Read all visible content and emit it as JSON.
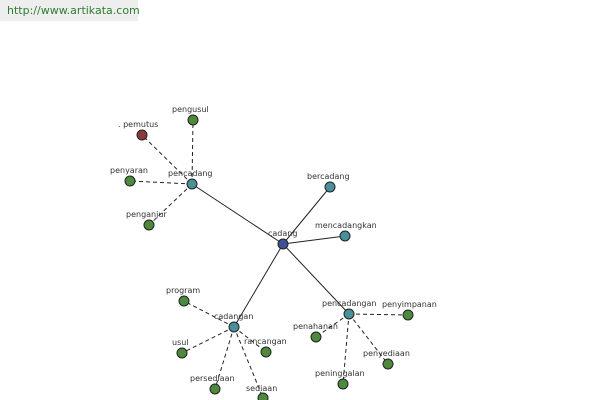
{
  "url": "http://www.artikata.com",
  "colors": {
    "center": "#3e4f9a",
    "hub": "#4a8f9a",
    "leaf": "#4e8a3e",
    "special": "#8b3a3a",
    "edge": "#222222",
    "node_stroke": "#222222"
  },
  "graph": {
    "nodes": [
      {
        "id": "cadang",
        "label": "cadang",
        "kind": "center"
      },
      {
        "id": "pencadang",
        "label": "pencadang",
        "kind": "hub"
      },
      {
        "id": "bercadang",
        "label": "bercadang",
        "kind": "hub"
      },
      {
        "id": "mencadangkan",
        "label": "mencadangkan",
        "kind": "hub"
      },
      {
        "id": "cadangan",
        "label": "cadangan",
        "kind": "hub"
      },
      {
        "id": "pencadangan",
        "label": "pencadangan",
        "kind": "hub"
      },
      {
        "id": "pemutus",
        "label": ". pemutus",
        "kind": "special"
      },
      {
        "id": "pengusul",
        "label": "pengusul",
        "kind": "leaf"
      },
      {
        "id": "penyaran",
        "label": "penyaran",
        "kind": "leaf"
      },
      {
        "id": "penganjur",
        "label": "penganjur",
        "kind": "leaf"
      },
      {
        "id": "program",
        "label": "program",
        "kind": "leaf"
      },
      {
        "id": "usul",
        "label": "usul",
        "kind": "leaf"
      },
      {
        "id": "rancangan",
        "label": "rancangan",
        "kind": "leaf"
      },
      {
        "id": "persediaan",
        "label": "persediaan",
        "kind": "leaf"
      },
      {
        "id": "sediaan",
        "label": "sediaan",
        "kind": "leaf"
      },
      {
        "id": "penyimpanan",
        "label": "penyimpanan",
        "kind": "leaf"
      },
      {
        "id": "penahanan",
        "label": "penahanan",
        "kind": "leaf"
      },
      {
        "id": "penyediaan",
        "label": "penyediaan",
        "kind": "leaf"
      },
      {
        "id": "peninggalan",
        "label": "peninggalan",
        "kind": "leaf"
      }
    ],
    "edges": [
      {
        "from": "cadang",
        "to": "pencadang",
        "style": "solid"
      },
      {
        "from": "cadang",
        "to": "bercadang",
        "style": "solid"
      },
      {
        "from": "cadang",
        "to": "mencadangkan",
        "style": "solid"
      },
      {
        "from": "cadang",
        "to": "cadangan",
        "style": "solid"
      },
      {
        "from": "cadang",
        "to": "pencadangan",
        "style": "solid"
      },
      {
        "from": "pencadang",
        "to": "pemutus",
        "style": "dashed"
      },
      {
        "from": "pencadang",
        "to": "pengusul",
        "style": "dashed"
      },
      {
        "from": "pencadang",
        "to": "penyaran",
        "style": "dashed"
      },
      {
        "from": "pencadang",
        "to": "penganjur",
        "style": "dashed"
      },
      {
        "from": "cadangan",
        "to": "program",
        "style": "dashed"
      },
      {
        "from": "cadangan",
        "to": "usul",
        "style": "dashed"
      },
      {
        "from": "cadangan",
        "to": "rancangan",
        "style": "dashed"
      },
      {
        "from": "cadangan",
        "to": "persediaan",
        "style": "dashed"
      },
      {
        "from": "cadangan",
        "to": "sediaan",
        "style": "dashed"
      },
      {
        "from": "pencadangan",
        "to": "penyimpanan",
        "style": "dashed"
      },
      {
        "from": "pencadangan",
        "to": "penahanan",
        "style": "dashed"
      },
      {
        "from": "pencadangan",
        "to": "penyediaan",
        "style": "dashed"
      },
      {
        "from": "pencadangan",
        "to": "peninggalan",
        "style": "dashed"
      }
    ]
  }
}
